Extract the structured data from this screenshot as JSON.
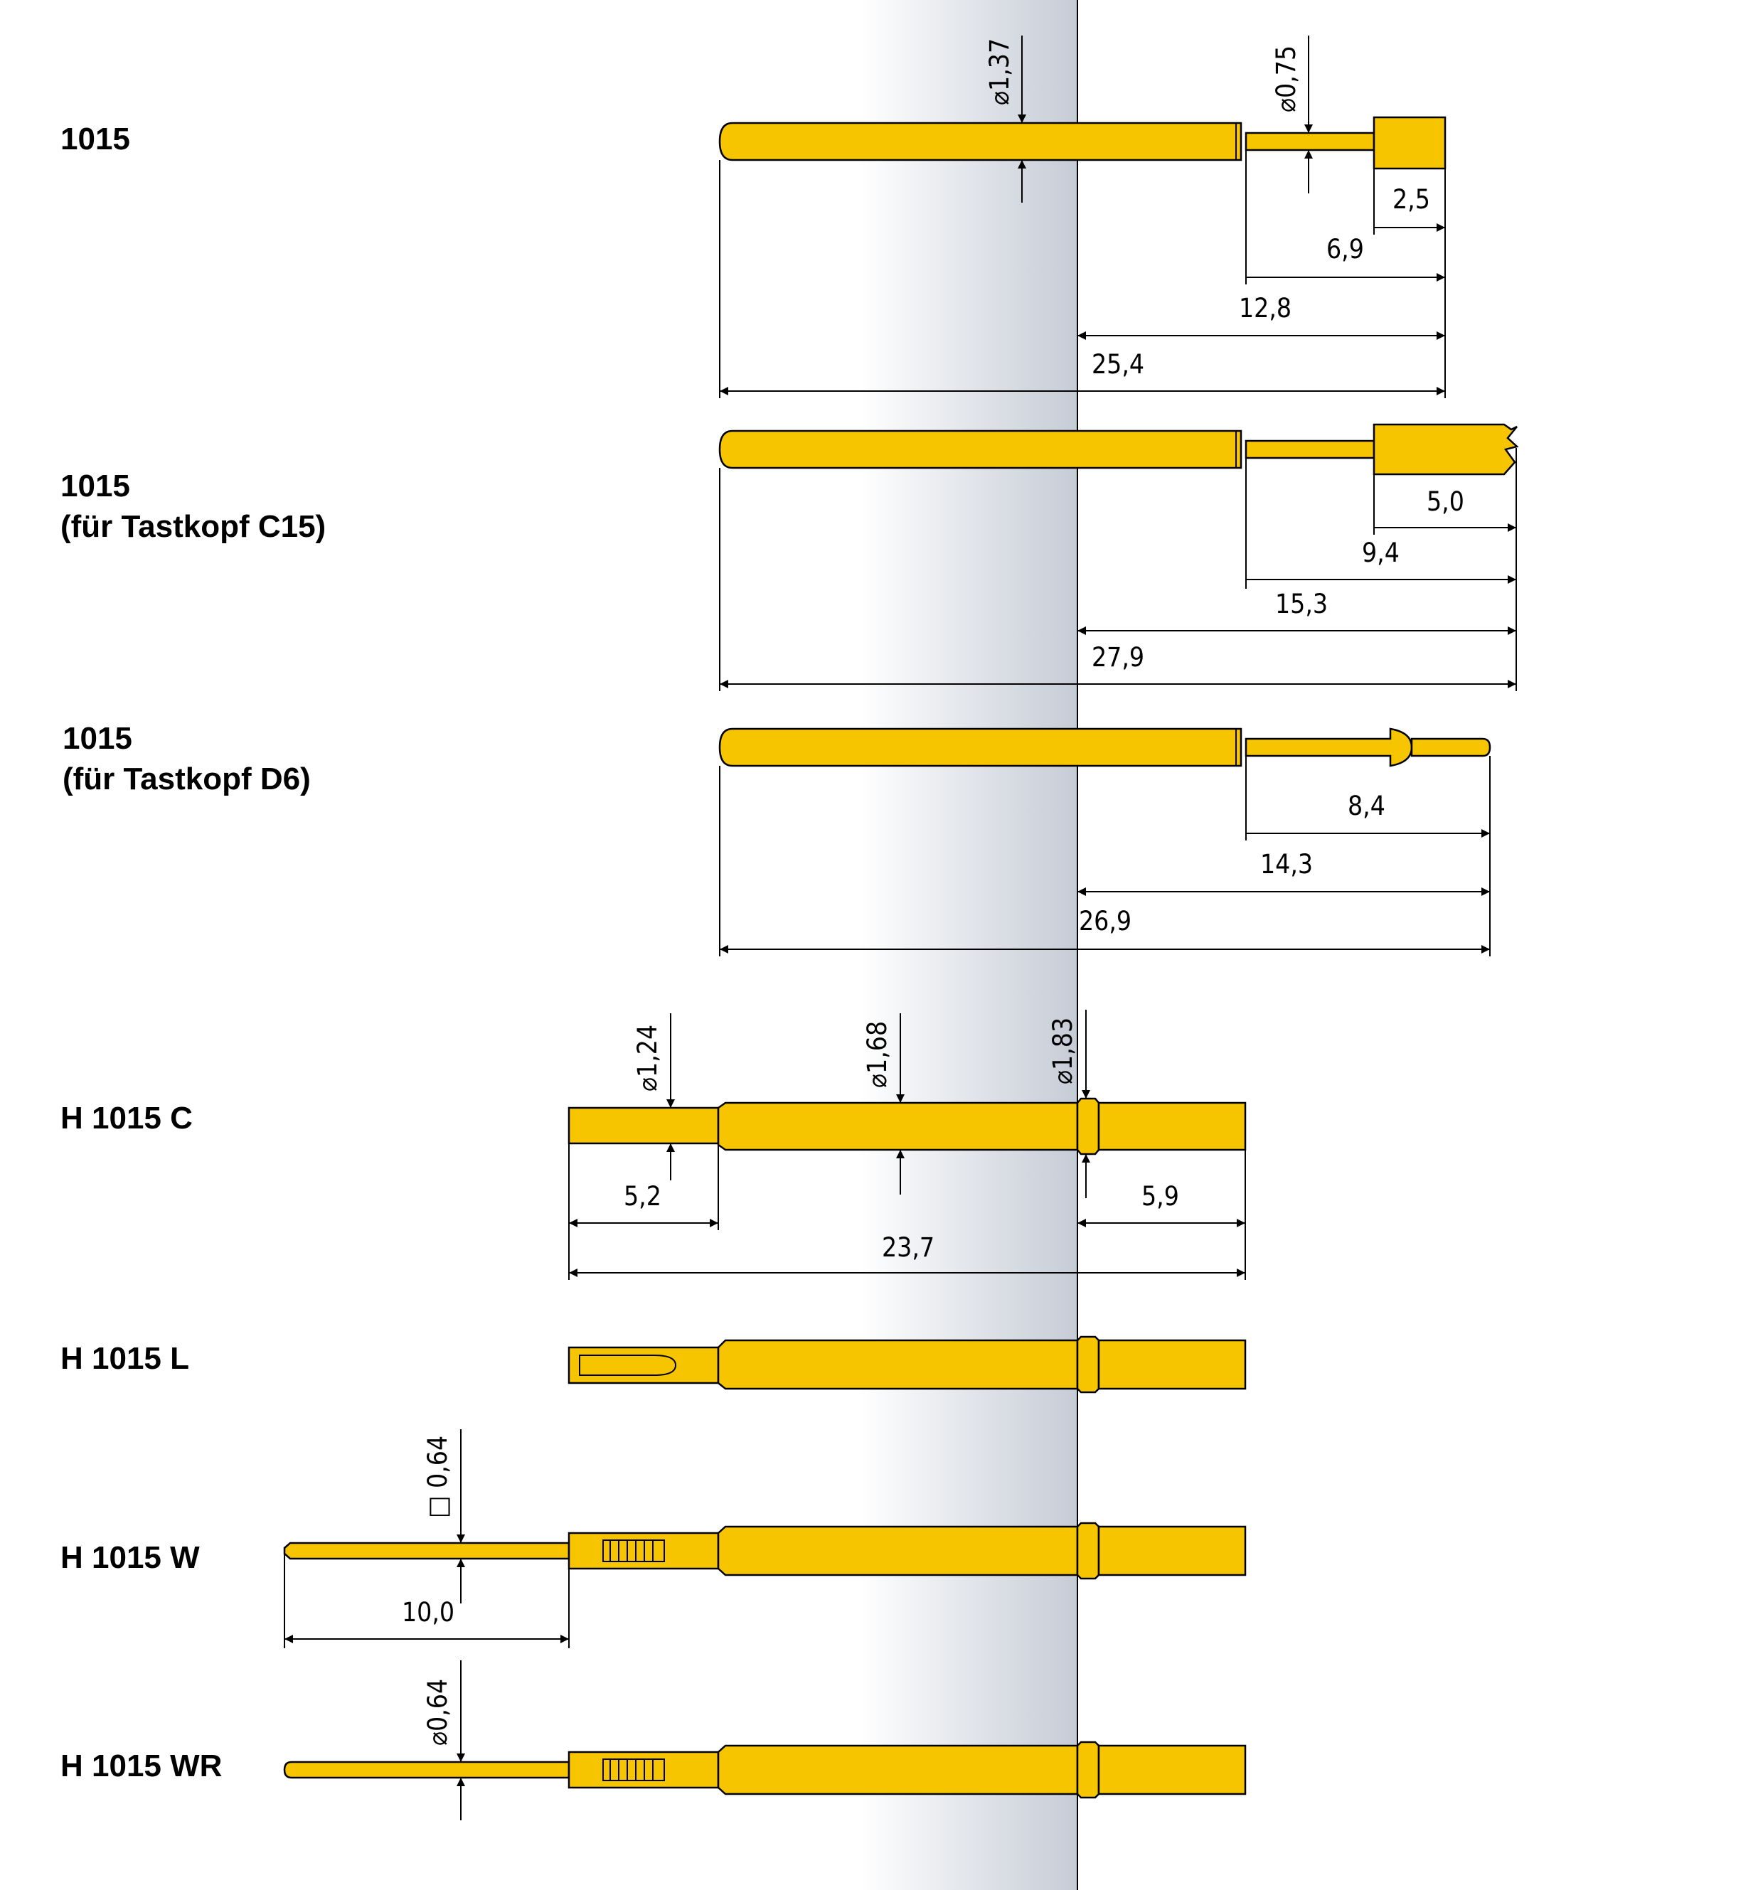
{
  "colors": {
    "gold": "#F7C500",
    "gold_dark": "#C99A00",
    "outline": "#000000",
    "bg_panel_start": "#ffffff",
    "bg_panel_end": "#c6ccd6"
  },
  "probes": [
    {
      "label_lines": [
        "1015"
      ],
      "dims": {
        "d_main": "⌀1,37",
        "d_tip": "⌀0,75",
        "a": "2,5",
        "b": "6,9",
        "c": "12,8",
        "d": "25,4"
      }
    },
    {
      "label_lines": [
        "1015",
        "(für Tastkopf C15)"
      ],
      "dims": {
        "a": "5,0",
        "b": "9,4",
        "c": "15,3",
        "d": "27,9"
      }
    },
    {
      "label_lines": [
        "1015",
        "(für Tastkopf D6)"
      ],
      "dims": {
        "a": "8,4",
        "b": "14,3",
        "c": "26,9"
      }
    },
    {
      "label_lines": [
        "H 1015 C"
      ],
      "dims": {
        "d1": "⌀1,24",
        "d2": "⌀1,68",
        "d3": "⌀1,83",
        "a": "5,2",
        "b": "5,9",
        "c": "23,7"
      }
    },
    {
      "label_lines": [
        "H 1015 L"
      ],
      "dims": {}
    },
    {
      "label_lines": [
        "H 1015 W"
      ],
      "dims": {
        "sq": "□ 0,64",
        "a": "10,0"
      }
    },
    {
      "label_lines": [
        "H 1015 WR"
      ],
      "dims": {
        "d": "⌀0,64"
      }
    }
  ]
}
